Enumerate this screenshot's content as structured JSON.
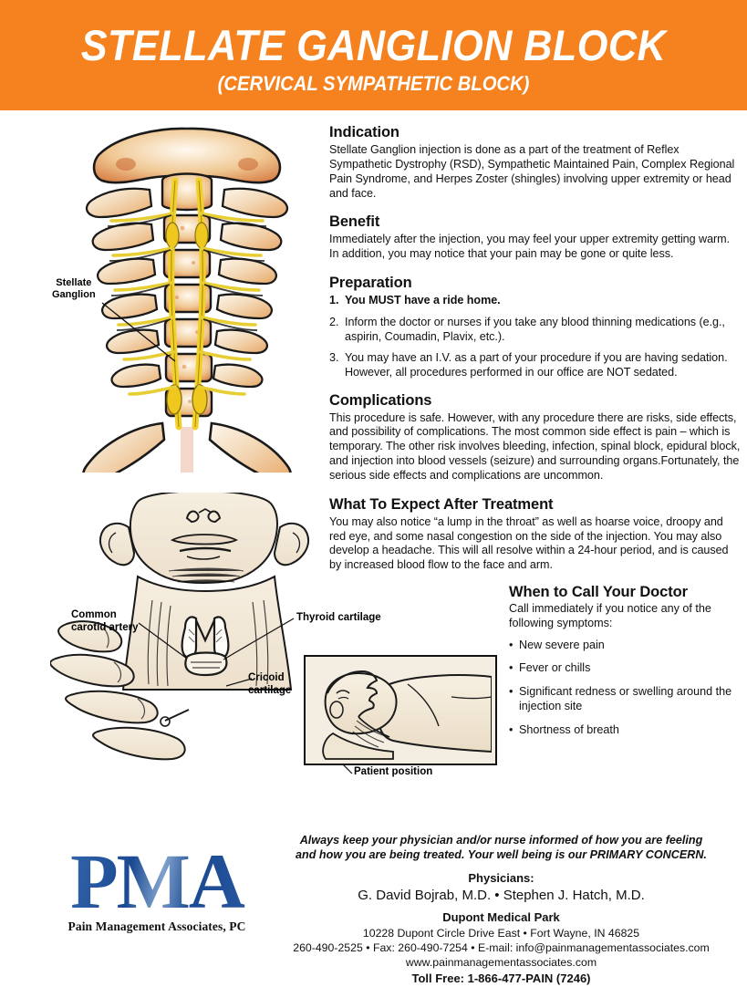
{
  "header": {
    "title": "STELLATE GANGLION BLOCK",
    "subtitle": "(CERVICAL SYMPATHETIC BLOCK)",
    "banner_color": "#F5821F",
    "text_color": "#FFFFFF"
  },
  "sections": {
    "indication": {
      "heading": "Indication",
      "body": "Stellate Ganglion injection is done as a part of the treatment of Reflex Sympathetic Dystrophy (RSD), Sympathetic Maintained Pain, Complex Regional Pain Syndrome, and Herpes Zoster (shingles) involving upper extremity or head and face."
    },
    "benefit": {
      "heading": "Benefit",
      "body": "Immediately after the injection, you may feel your upper extremity getting warm. In addition, you may notice that your pain may be gone or quite less."
    },
    "preparation": {
      "heading": "Preparation",
      "items": [
        {
          "num": "1.",
          "text": "You MUST have a ride home.",
          "bold": true
        },
        {
          "num": "2.",
          "text": "Inform the doctor or nurses if you take any blood thinning medications (e.g., aspirin, Coumadin, Plavix, etc.).",
          "bold": false
        },
        {
          "num": "3.",
          "text": "You may have an I.V. as a part of your procedure if you are having sedation. However, all procedures performed in our office are NOT sedated.",
          "bold": false
        }
      ]
    },
    "complications": {
      "heading": "Complications",
      "body": "This procedure is safe. However, with any procedure there are risks, side effects, and possibility of complications. The most common side effect is pain – which is temporary. The other risk involves bleeding, infection, spinal block, epidural block, and injection into blood vessels (seizure) and surrounding organs.Fortunately, the serious side effects and complications are uncommon."
    },
    "expect": {
      "heading": "What To Expect After Treatment",
      "body": "You may also notice “a lump in the throat” as well as hoarse voice, droopy and red eye, and some nasal congestion on the side of the injection. You may also develop a headache. This will all resolve within a 24-hour period, and is caused by increased blood flow to the face and arm."
    }
  },
  "call_doctor": {
    "heading": "When to Call Your Doctor",
    "lead": "Call immediately if you notice any of the following symptoms:",
    "symptoms": [
      "New severe pain",
      "Fever or chills",
      "Significant redness or swelling around the injection site",
      "Shortness of breath"
    ]
  },
  "illustrations": {
    "spine": {
      "label": "Stellate\nGanglion",
      "label_line1": "Stellate",
      "label_line2": "Ganglion"
    },
    "neck": {
      "carotid_line1": "Common",
      "carotid_line2": "carotid artery",
      "thyroid": "Thyroid cartilage",
      "cricoid_line1": "Cricoid",
      "cricoid_line2": "cartilage",
      "patient_position": "Patient position"
    }
  },
  "footer": {
    "logo_mark": "PMA",
    "logo_tagline": "Pain Management Associates, PC",
    "logo_color": "#20519B",
    "tagline_line1": "Always keep your physician and/or nurse informed of how you are feeling",
    "tagline_line2": "and how you are being treated. Your well being is our PRIMARY CONCERN.",
    "physicians_label": "Physicians:",
    "physicians": "G. David Bojrab, M.D. • Stephen J. Hatch, M.D.",
    "facility": "Dupont Medical Park",
    "address": "10228 Dupont Circle Drive East • Fort Wayne, IN 46825",
    "contact": "260-490-2525  • Fax: 260-490-7254 • E-mail: info@painmanagementassociates.com",
    "website": "www.painmanagementassociates.com",
    "toll_free": "Toll Free: 1-866-477-PAIN (7246)"
  }
}
